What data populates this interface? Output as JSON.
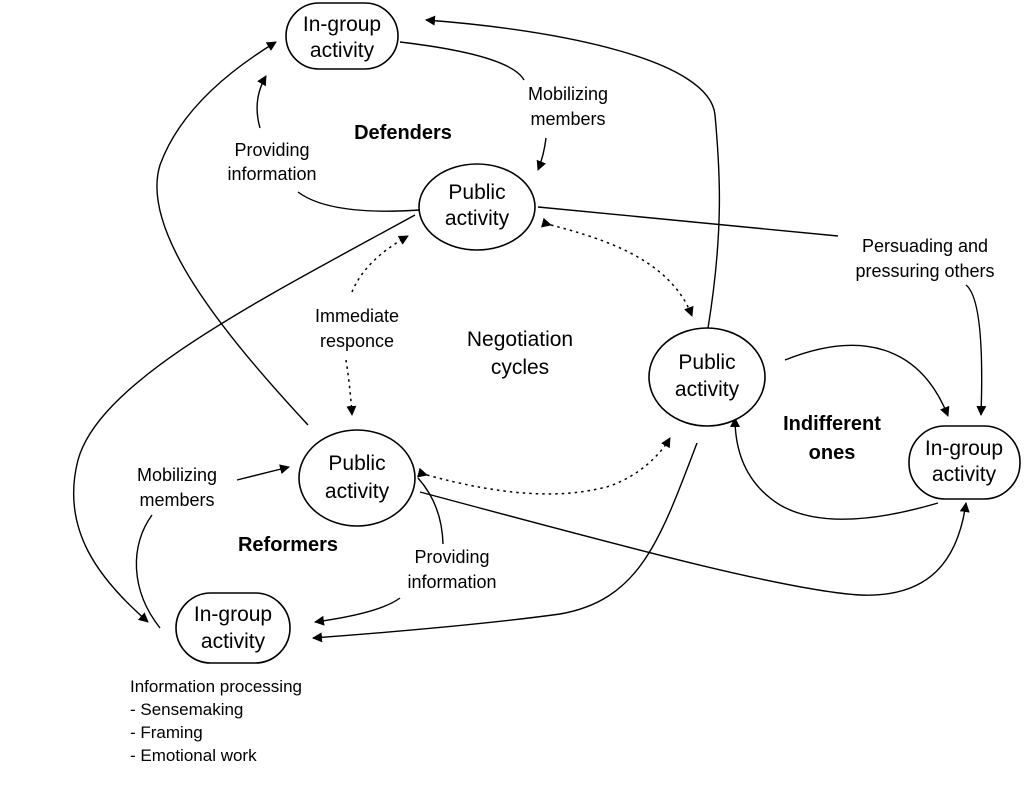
{
  "nodes": {
    "defenders_ingroup": [
      "In-group",
      "activity"
    ],
    "defenders_public": [
      "Public",
      "activity"
    ],
    "indifferent_public": [
      "Public",
      "activity"
    ],
    "indifferent_ingroup": [
      "In-group",
      "activity"
    ],
    "reformers_public": [
      "Public",
      "activity"
    ],
    "reformers_ingroup": [
      "In-group",
      "activity"
    ]
  },
  "groups": {
    "defenders": "Defenders",
    "indifferent": [
      "Indifferent",
      "ones"
    ],
    "reformers": "Reformers"
  },
  "center_label": [
    "Negotiation",
    "cycles"
  ],
  "edge_labels": {
    "defenders_mobilizing": [
      "Mobilizing",
      "members"
    ],
    "defenders_providing": [
      "Providing",
      "information"
    ],
    "persuading": [
      "Persuading and",
      "pressuring others"
    ],
    "immediate": [
      "Immediate",
      "responce"
    ],
    "reformers_mobilizing": [
      "Mobilizing",
      "members"
    ],
    "reformers_providing": [
      "Providing",
      "information"
    ]
  },
  "info_processing": {
    "title": "Information processing",
    "items": [
      "- Sensemaking",
      "- Framing",
      "- Emotional work"
    ]
  }
}
